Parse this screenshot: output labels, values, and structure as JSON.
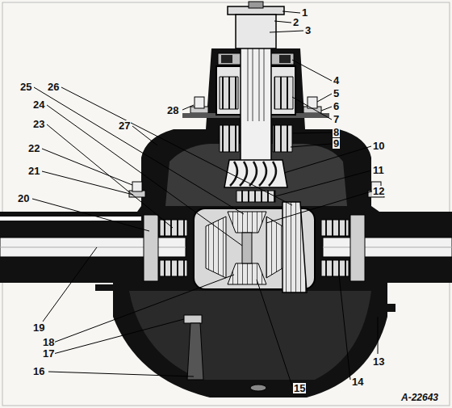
{
  "diagram": {
    "labels": [
      "1",
      "2",
      "3",
      "4",
      "5",
      "6",
      "7",
      "8",
      "9",
      "10",
      "11",
      "12",
      "13",
      "14",
      "15",
      "16",
      "17",
      "18",
      "19",
      "20",
      "21",
      "22",
      "23",
      "24",
      "25",
      "26",
      "27",
      "28",
      "A-22643"
    ]
  }
}
